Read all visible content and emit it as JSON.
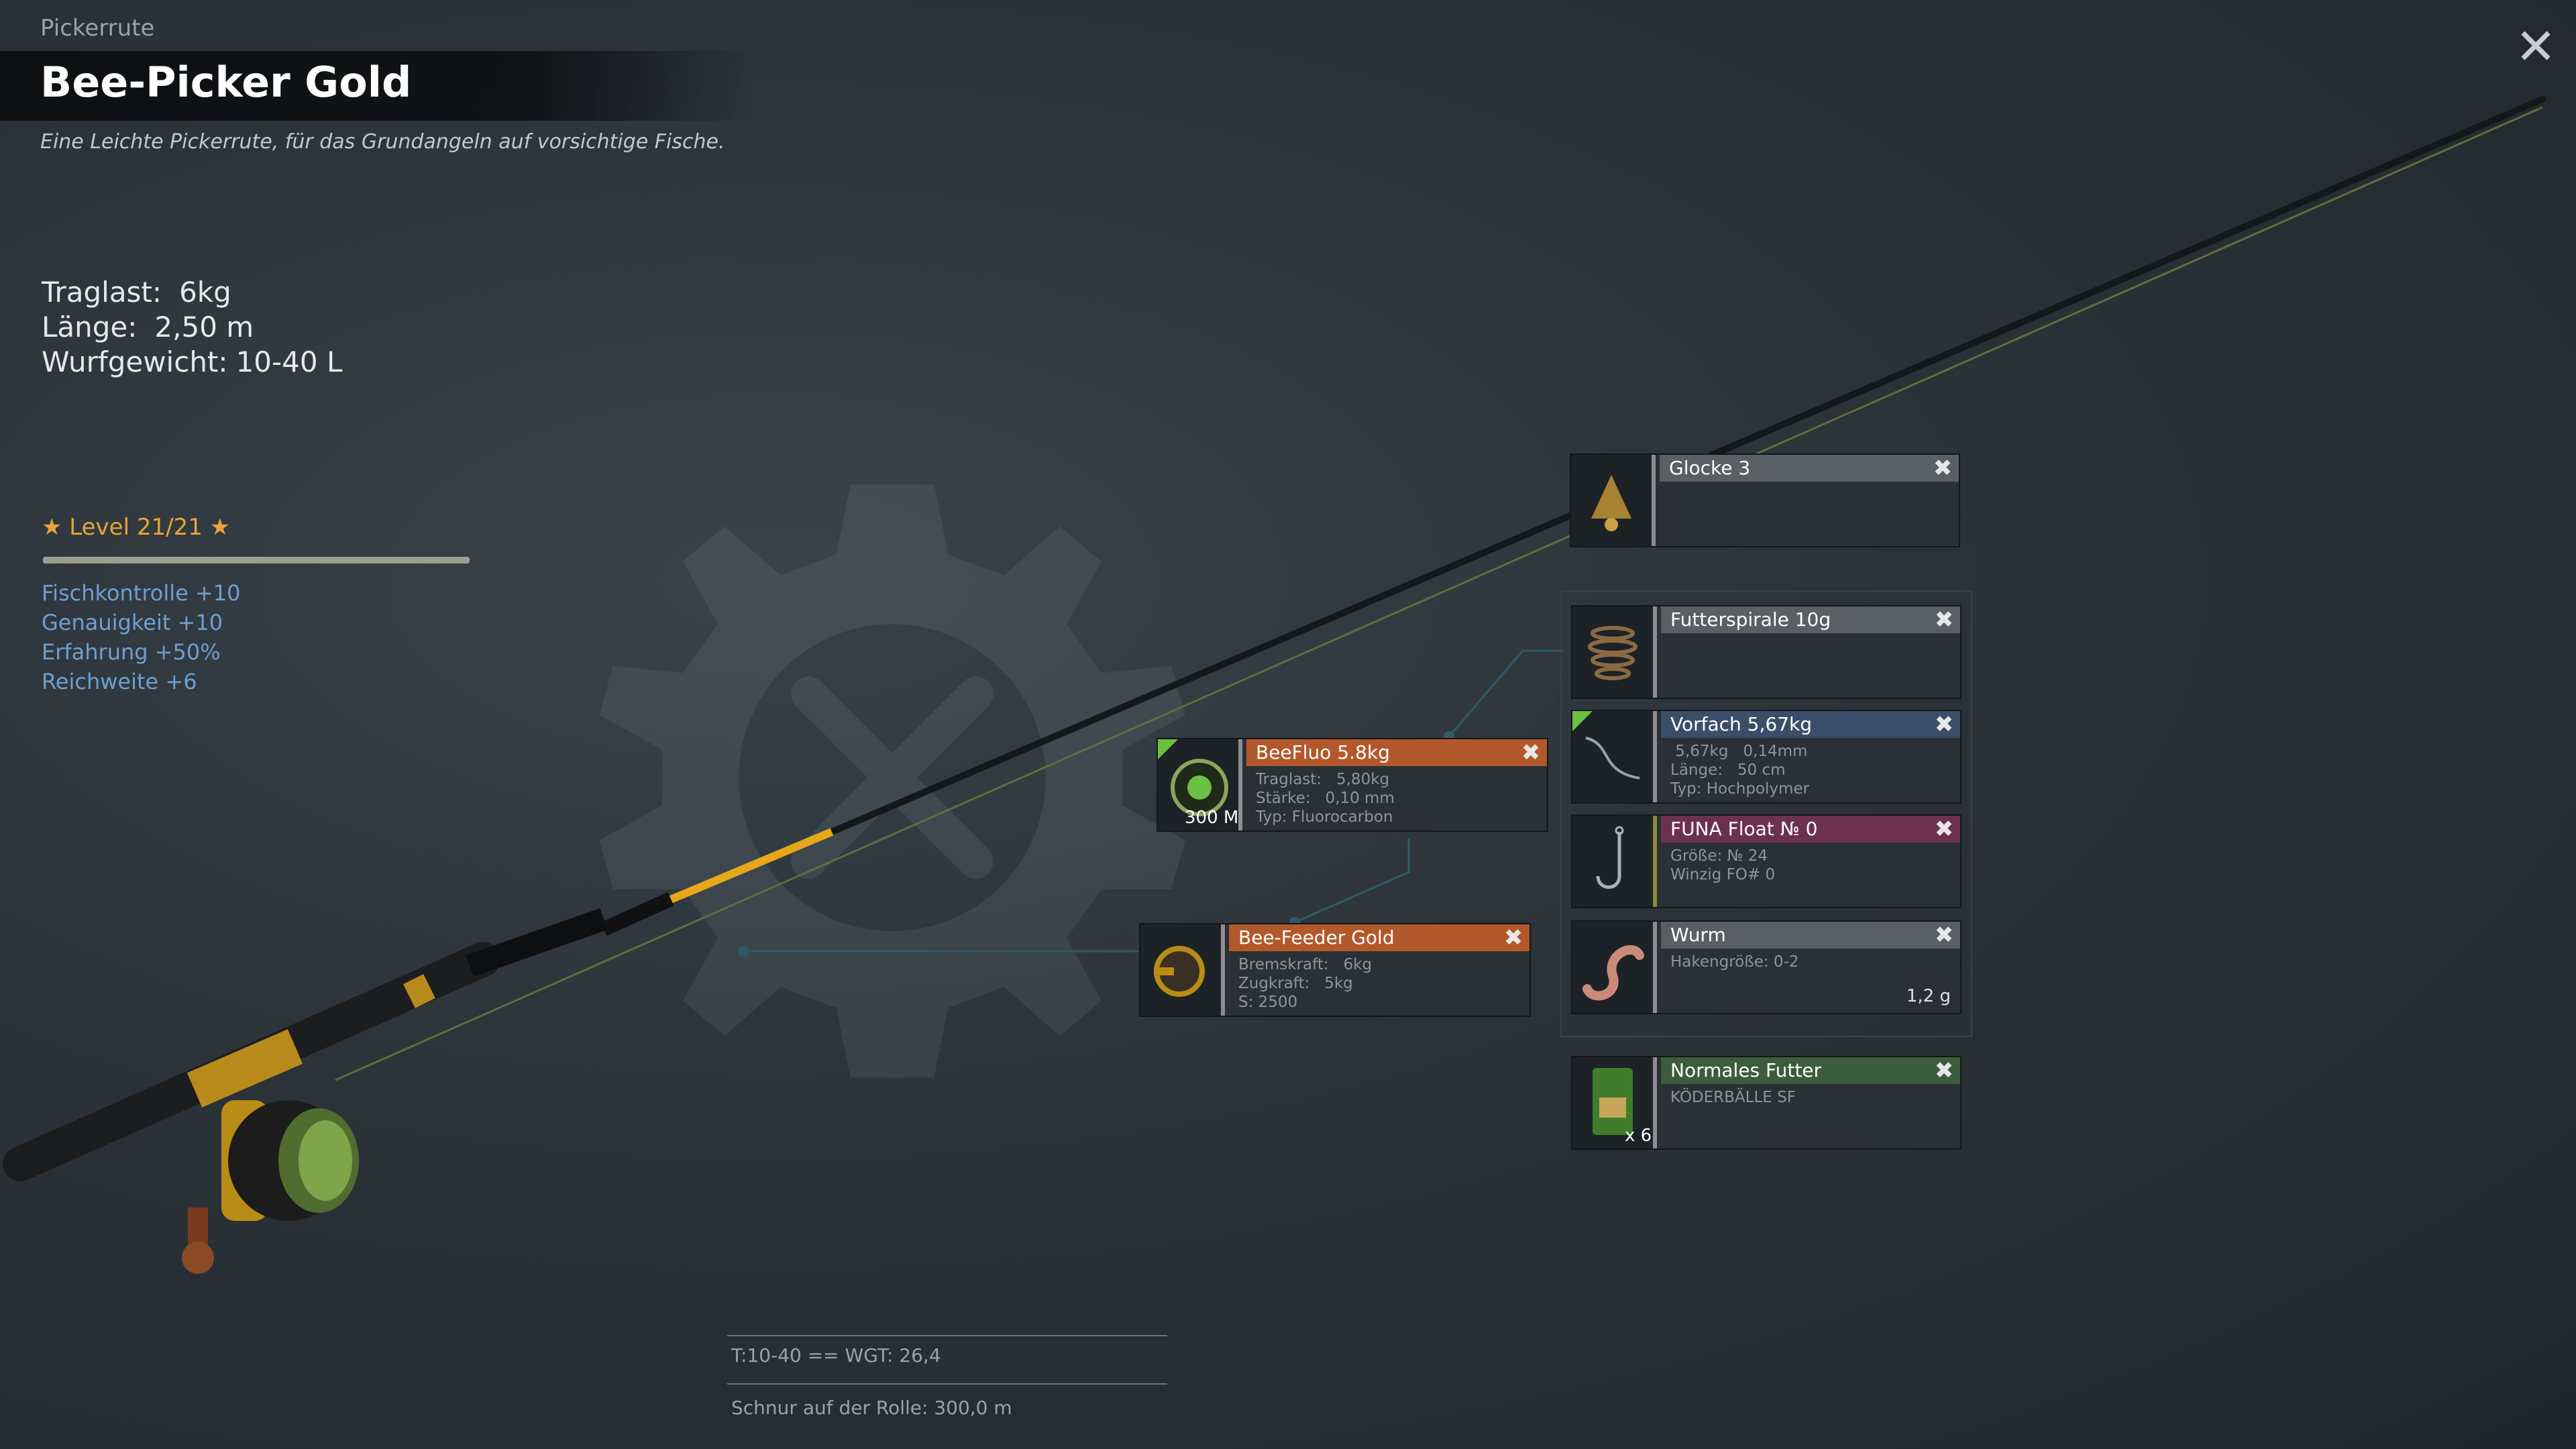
{
  "header": {
    "category": "Pickerrute",
    "title": "Bee-Picker Gold",
    "description": "Eine Leichte Pickerrute, für das Grundangeln auf vorsichtige Fische."
  },
  "close_label": "✕",
  "stats": [
    {
      "label": "Traglast:",
      "value": "6kg"
    },
    {
      "label": "Länge:",
      "value": "2,50 m"
    },
    {
      "label": "Wurfgewicht:",
      "value": "10-40 L"
    }
  ],
  "level": {
    "label": "★ Level 21/21 ★",
    "progress": 1.0
  },
  "bonuses": [
    "Fischkontrolle +10",
    "Genauigkeit +10",
    "Erfahrung +50%",
    "Reichweite +6"
  ],
  "cards": {
    "line": {
      "title": "BeeFluo 5.8kg",
      "details": "Traglast:   5,80kg\nStärke:   0,10 mm\nTyp: Fluorocarbon",
      "quantity": "300 M"
    },
    "reel": {
      "title": "Bee-Feeder Gold",
      "details": "Bremskraft:   6kg\nZugkraft:   5kg\nS: 2500"
    },
    "bell": {
      "title": "Glocke 3"
    },
    "feeder": {
      "title": "Futterspirale 10g"
    },
    "leader": {
      "title": "Vorfach  5,67kg",
      "details": " 5,67kg   0,14mm\nLänge:   50 cm\nTyp: Hochpolymer"
    },
    "hook": {
      "title": "FUNA Float № 0",
      "details": "Größe: № 24\nWinzig FO# 0"
    },
    "bait": {
      "title": "Wurm",
      "details": "Hakengröße: 0-2",
      "weight": "1,2 g"
    },
    "groundbait": {
      "title": "Normales Futter",
      "details": "KÖDERBÄLLE SF",
      "quantity": "x 6"
    }
  },
  "footer": {
    "tackle": "T:10-40   == WGT: 26,4",
    "line_on_reel": "Schnur auf der Rolle: 300,0 m"
  },
  "colors": {
    "level": "#e8a437",
    "bonus": "#6f9fd0",
    "rarity_orange": "#b2582a",
    "rarity_blue": "#3a4e6a",
    "rarity_purple": "#6d3150",
    "rarity_green": "#3b5d3d",
    "upgrade_marker": "#6ac043"
  }
}
